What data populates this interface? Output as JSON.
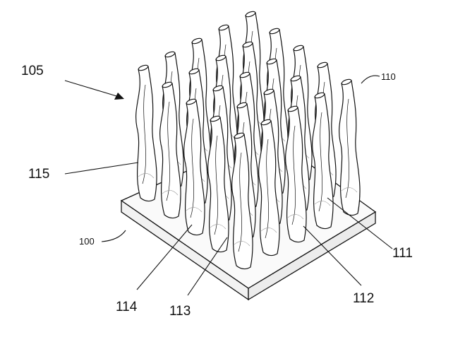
{
  "figure": {
    "reference_numerals": {
      "assembly": "105",
      "base": "100",
      "fin_top": "110",
      "fin_body": "115",
      "fin_a": "111",
      "fin_b": "112",
      "fin_c": "113",
      "fin_d": "114"
    },
    "fin_grid": {
      "rows": 5,
      "columns": 5
    },
    "colors": {
      "ink": "#111111",
      "paper": "#ffffff",
      "shade": "#e6e6e6"
    }
  }
}
